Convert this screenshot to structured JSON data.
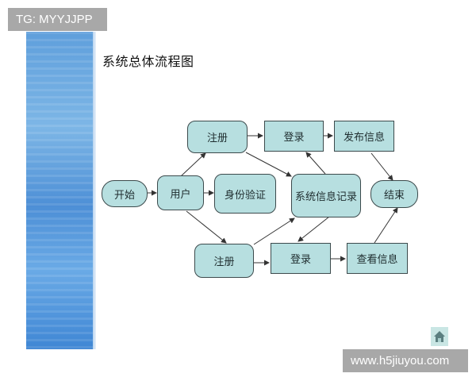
{
  "watermarks": {
    "top": "TG: MYYJJPP",
    "bottom": "www.h5jiuyou.com"
  },
  "slide": {
    "title": "系统总体流程图"
  },
  "diagram": {
    "nodes": {
      "start": "开始",
      "user": "用户",
      "register_top": "注册",
      "identity_verify": "身份验证",
      "login_top": "登录",
      "publish_info": "发布信息",
      "system_record": "系统信息记录",
      "end": "结束",
      "register_bottom": "注册",
      "login_bottom": "登录",
      "view_info": "查看信息"
    },
    "edges": [
      {
        "from": "开始",
        "to": "用户"
      },
      {
        "from": "用户",
        "to": "身份验证"
      },
      {
        "from": "用户",
        "to": "注册 (top)"
      },
      {
        "from": "用户",
        "to": "注册 (bottom)"
      },
      {
        "from": "注册 (top)",
        "to": "登录 (top)"
      },
      {
        "from": "注册 (top)",
        "to": "系统信息记录"
      },
      {
        "from": "登录 (top)",
        "to": "发布信息"
      },
      {
        "from": "系统信息记录",
        "to": "登录 (top)"
      },
      {
        "from": "发布信息",
        "to": "结束"
      },
      {
        "from": "注册 (bottom)",
        "to": "系统信息记录"
      },
      {
        "from": "注册 (bottom)",
        "to": "登录 (bottom)"
      },
      {
        "from": "系统信息记录",
        "to": "登录 (bottom)"
      },
      {
        "from": "登录 (bottom)",
        "to": "查看信息"
      },
      {
        "from": "查看信息",
        "to": "结束"
      }
    ],
    "colors": {
      "node_fill": "#b7dfe0",
      "node_border": "#3c4a4c",
      "edge": "#333333"
    }
  },
  "controls": {
    "home_icon": "home-icon"
  }
}
